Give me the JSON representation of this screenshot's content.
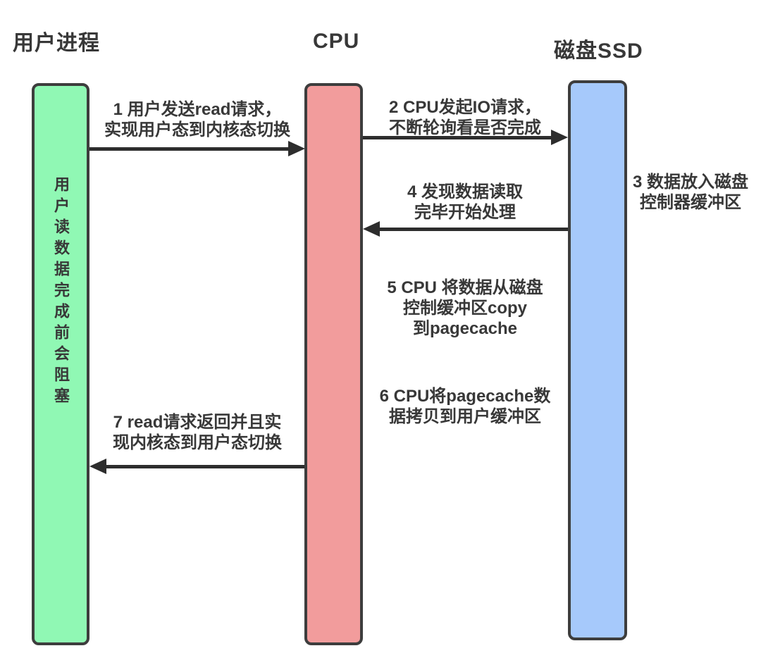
{
  "colors": {
    "background": "#ffffff",
    "text": "#383838",
    "bar_border": "#3d3d3d",
    "arrow": "#2d2d2d",
    "user_fill": "#90f8b4",
    "cpu_fill": "#f29c9c",
    "ssd_fill": "#a6c9fb"
  },
  "lifelines": {
    "user": {
      "title": "用户进程",
      "note": "用户读数据完成前会阻塞"
    },
    "cpu": {
      "title": "CPU"
    },
    "ssd": {
      "title": "磁盘SSD"
    }
  },
  "messages": {
    "m1": {
      "label": "1 用户发送read请求，\n实现用户态到内核态切换",
      "from": "用户进程",
      "to": "CPU",
      "direction": "right"
    },
    "m2": {
      "label": "2 CPU发起IO请求，\n不断轮询看是否完成",
      "from": "CPU",
      "to": "磁盘SSD",
      "direction": "right"
    },
    "m3": {
      "label": "3 数据放入磁盘\n控制器缓冲区",
      "from": "磁盘SSD",
      "to": "磁盘SSD",
      "direction": "none"
    },
    "m4": {
      "label": "4 发现数据读取\n完毕开始处理",
      "from": "磁盘SSD",
      "to": "CPU",
      "direction": "left"
    },
    "m5": {
      "label": "5 CPU 将数据从磁盘\n控制缓冲区copy\n到pagecache",
      "from": "CPU",
      "to": "CPU",
      "direction": "none"
    },
    "m6": {
      "label": "6 CPU将pagecache数\n据拷贝到用户缓冲区",
      "from": "CPU",
      "to": "CPU",
      "direction": "none"
    },
    "m7": {
      "label": "7 read请求返回并且实\n现内核态到用户态切换",
      "from": "CPU",
      "to": "用户进程",
      "direction": "left"
    }
  }
}
